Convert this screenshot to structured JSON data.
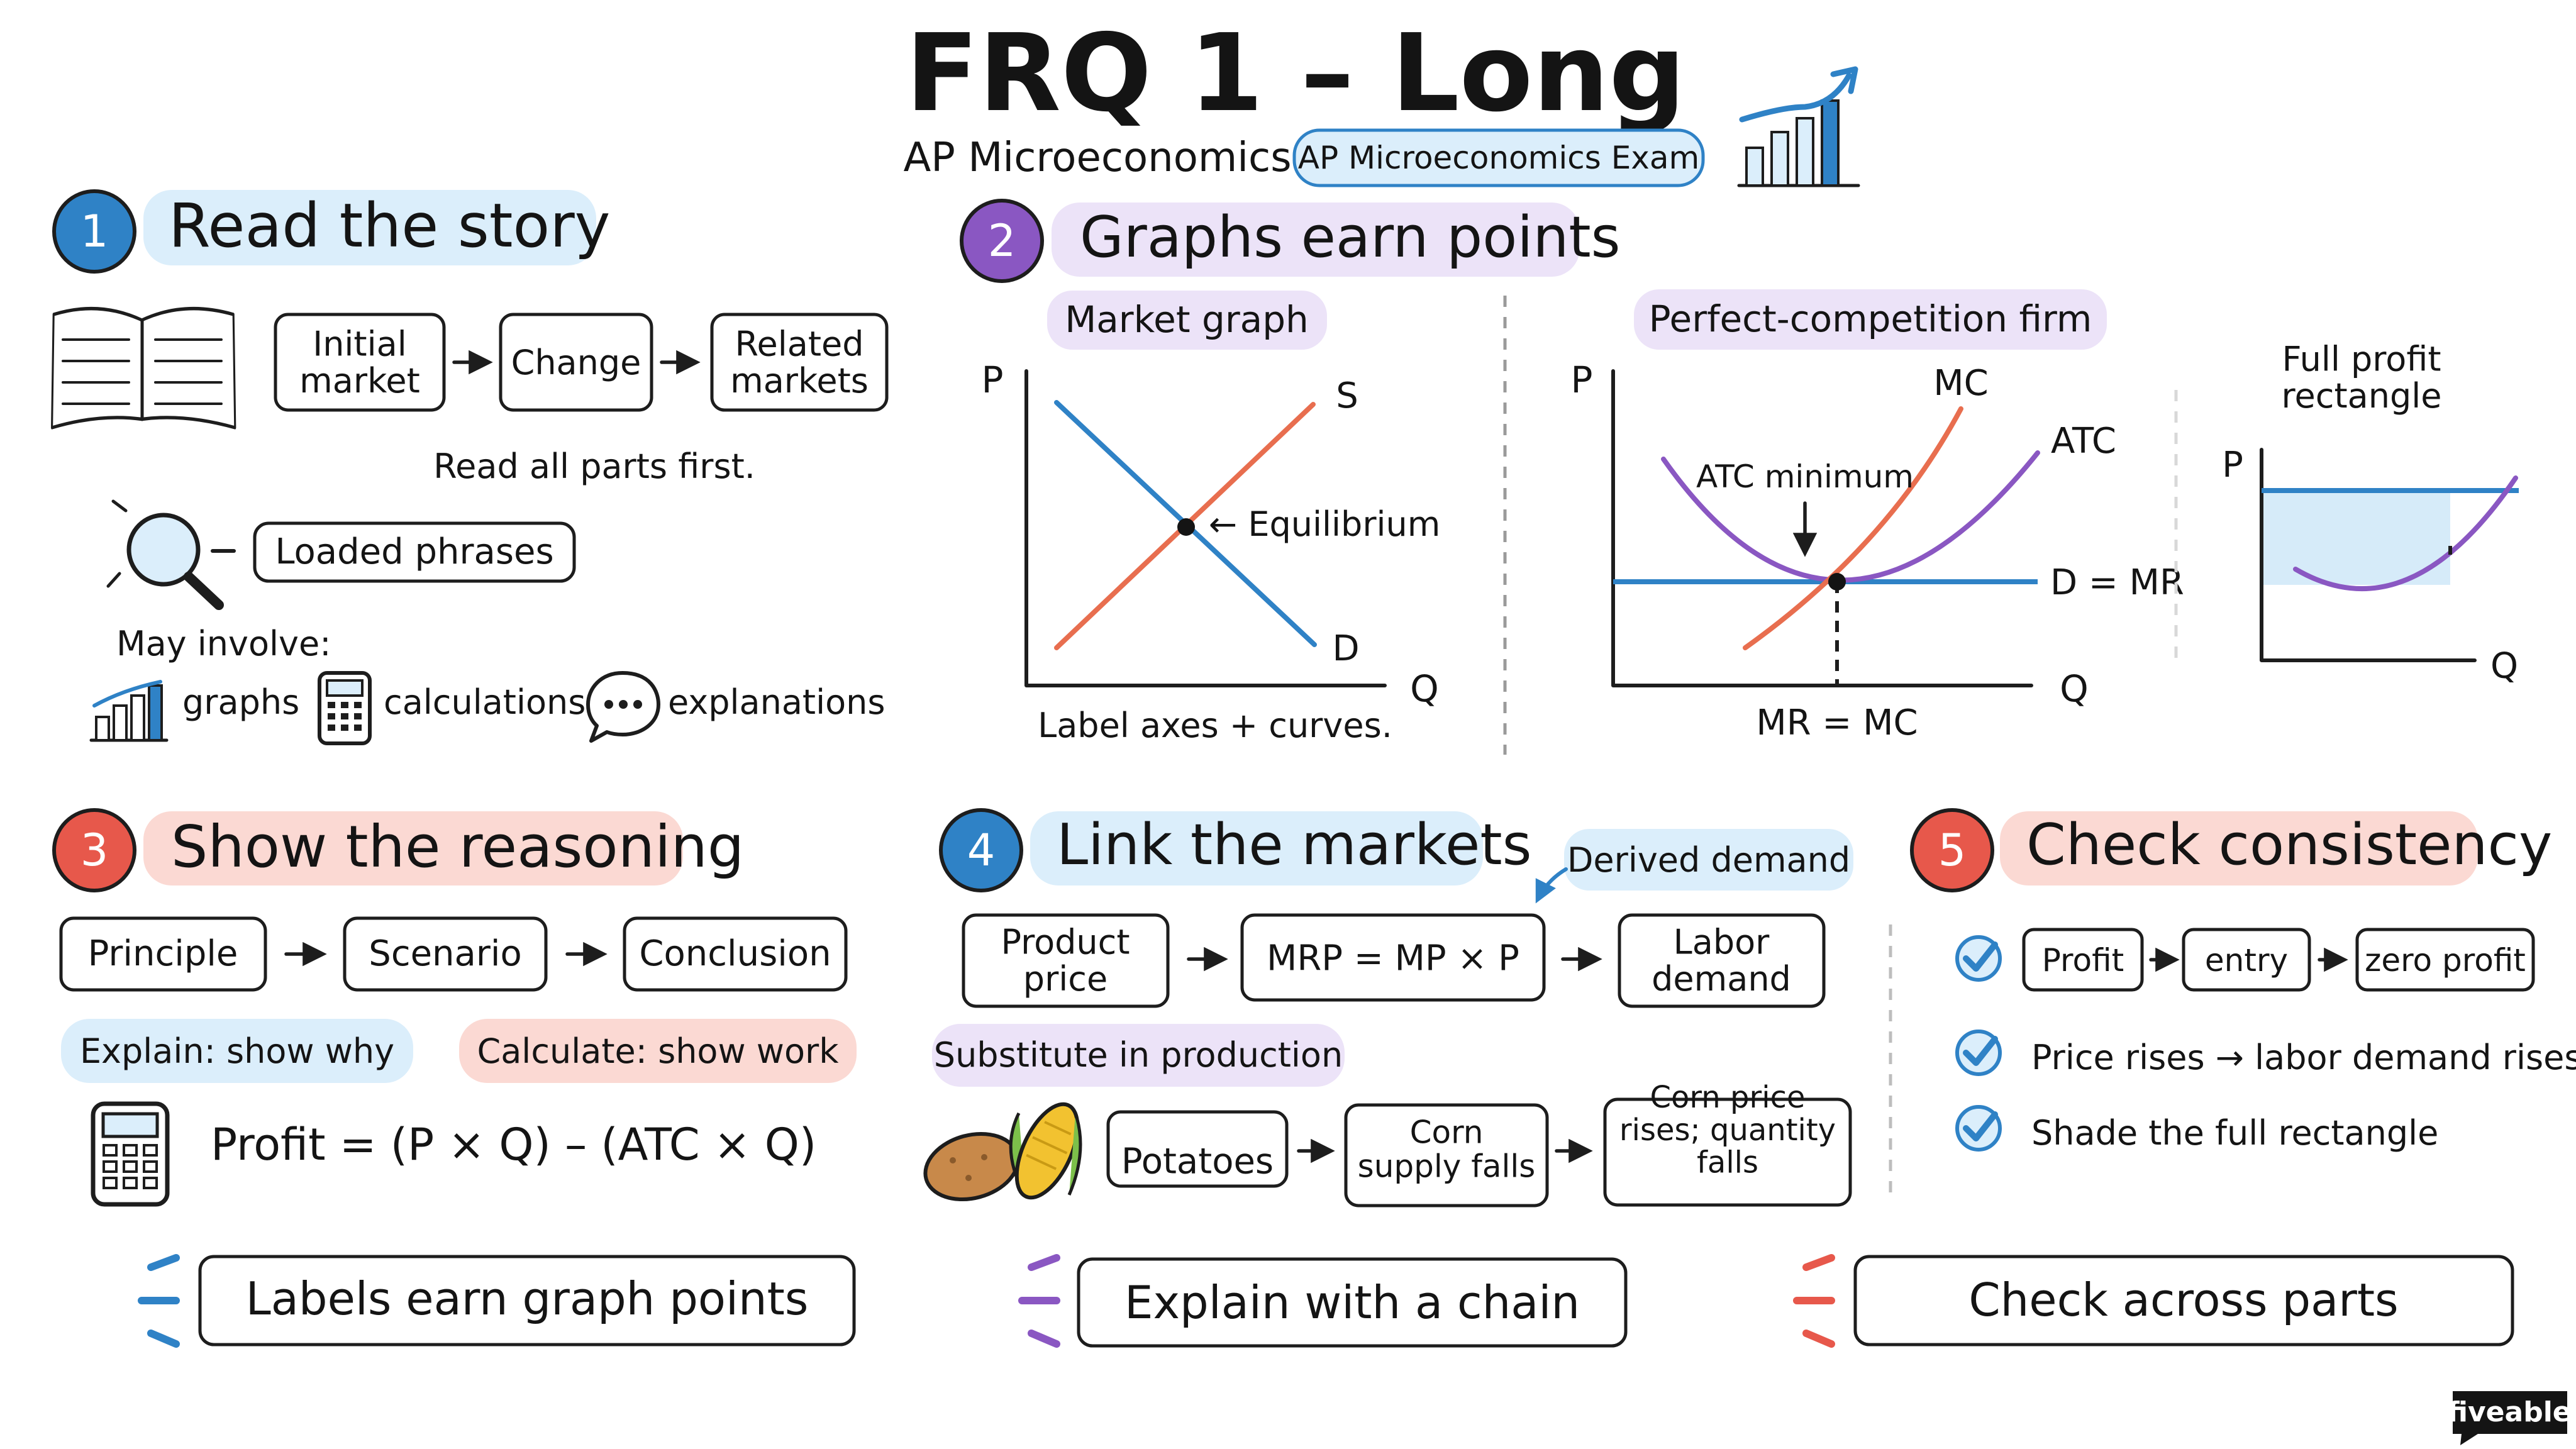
{
  "header": {
    "title": "FRQ 1 – Long",
    "subtitle": "AP Microeconomics",
    "exam_tag": "AP Microeconomics Exam"
  },
  "section1": {
    "number": "1",
    "title": "Read the story",
    "flow": [
      "Initial|market",
      "Change",
      "Related|markets"
    ],
    "note": "Read all parts first.",
    "loaded_phrases": "Loaded phrases",
    "may_involve": "May involve:",
    "involve_items": [
      "graphs",
      "calculations",
      "explanations"
    ]
  },
  "section2": {
    "number": "2",
    "title": "Graphs earn points",
    "market_graph": {
      "tag": "Market graph",
      "p_label": "P",
      "q_label": "Q",
      "supply_label": "S",
      "demand_label": "D",
      "equilibrium_label": "← Equilibrium",
      "caption": "Label axes + curves."
    },
    "firm_graph": {
      "tag": "Perfect-competition firm",
      "p_label": "P",
      "q_label": "Q",
      "mc_label": "MC",
      "atc_label": "ATC",
      "atc_min_label": "ATC minimum",
      "dmr_label": "D = MR",
      "mrmc_label": "MR = MC"
    },
    "profit_graph": {
      "title": "Full profit|rectangle",
      "p_label": "P",
      "q_label": "Q"
    }
  },
  "section3": {
    "number": "3",
    "title": "Show the reasoning",
    "flow": [
      "Principle",
      "Scenario",
      "Conclusion"
    ],
    "explain_tag": "Explain: show why",
    "calculate_tag": "Calculate: show work",
    "formula": "Profit = (P × Q) – (ATC × Q)"
  },
  "section4": {
    "number": "4",
    "title": "Link the markets",
    "derived_demand": "Derived demand",
    "flow1": [
      "Product|price",
      "MRP = MP × P",
      "Labor|demand"
    ],
    "substitute_tag": "Substitute in production",
    "flow2": [
      "Potatoes",
      "Corn|supply falls",
      "Corn price|rises; quantity|falls"
    ]
  },
  "section5": {
    "number": "5",
    "title": "Check consistency",
    "flow": [
      "Profit",
      "entry",
      "zero profit"
    ],
    "checks": [
      "Price rises → labor demand rises",
      "Shade the full rectangle"
    ]
  },
  "footer": {
    "callouts": [
      "Labels earn graph points",
      "Explain with a chain",
      "Check across parts"
    ],
    "brand": "fiveable"
  },
  "colors": {
    "blue": "#2f82c6",
    "purple": "#8a57c2",
    "red": "#e7584b",
    "blue_highlight": "#dbeefb",
    "purple_highlight": "#ece3f8",
    "red_highlight": "#fbd9d3",
    "demand_line": "#2f82c6",
    "supply_line": "#e86e4f",
    "atc_line": "#8a57c2",
    "profit_shade": "#d6ebf9",
    "check_icon": "#2f82c6"
  }
}
